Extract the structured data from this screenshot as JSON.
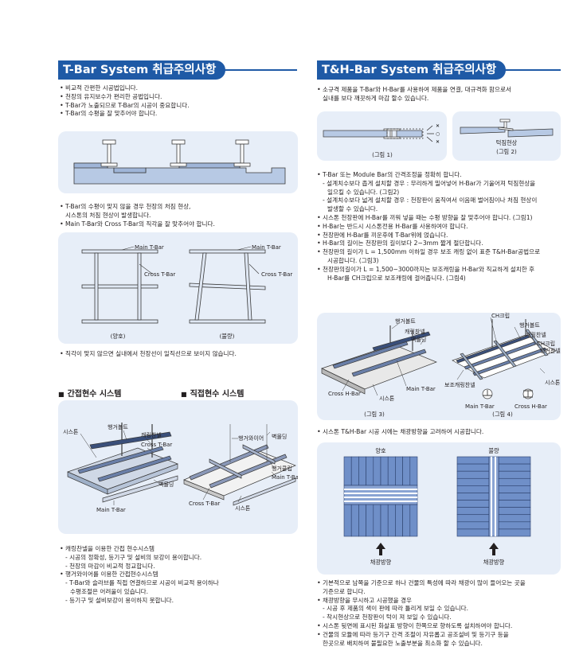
{
  "left": {
    "title": "T-Bar System 취급주의사항",
    "bullets1": [
      "비교적 간편한 시공법입니다.",
      "천장의 유지보수가 편리한 공법입니다.",
      "T-Bar가 노출되므로 T-Bar의 시공이 중요합니다.",
      "T-Bar의 수평을 잘 맞추어야 합니다."
    ],
    "bullets2": [
      "T-Bar의 수평이 맞지 않을 경우 천장의 처짐 현상,",
      "시스톤의 처짐 현상이 발생합니다.",
      "Main T-Bar와 Cross T-Bar의 직각을 잘 맞추어야 합니다."
    ],
    "grid_labels": {
      "main": "Main T-Bar",
      "cross": "Cross T-Bar"
    },
    "grid_captions": [
      "(양호)",
      "(불량)"
    ],
    "bullet3": "직각이 맞지 않으면 실내에서 천장선이 일직선으로 보이지 않습니다.",
    "sub_indirect": "간접현수 시스템",
    "sub_direct": "직접현수 시스템",
    "indirect_labels": {
      "systone": "시스톤",
      "hanger_bolt": "행거볼트",
      "carrying": "캐링찬넬",
      "cross": "Cross T-Bar",
      "wall": "벽몰딩",
      "main": "Main T-Bar"
    },
    "direct_labels": {
      "hanger_wire": "행거와이어",
      "wall": "벽몰딩",
      "hanger_clip": "행거클립",
      "main": "Main T-Bar",
      "cross": "Cross T-Bar",
      "systone": "시스톤"
    },
    "bullets4": [
      {
        "t": "bl",
        "text": "캐링찬넬을 이용한 간접 현수시스템"
      },
      {
        "t": "dash",
        "text": "- 시공의 정확성, 등기구 및 설비의 보강이 용이합니다."
      },
      {
        "t": "dash",
        "text": "- 천장의 마감이 비교적 정교합니다."
      },
      {
        "t": "bl",
        "text": "행거와이어를 이용한 간접현수시스템"
      },
      {
        "t": "dash",
        "text": "- T-Bar와 슬라브를 직접 연결하므로 시공이 비교적 용이하나"
      },
      {
        "t": "cont",
        "text": "수평조절은 어려울이 있습니다."
      },
      {
        "t": "dash",
        "text": "- 등기구 및 설비보강이 용이하지 못합니다."
      }
    ]
  },
  "right": {
    "title": "T&H-Bar System 취급주의사항",
    "intro": [
      {
        "t": "bl",
        "text": "소규격 제품을 T-Bar와 H-Bar를 사용하여 제품을 연결, 대규격화 함으로서"
      },
      {
        "t": "cont0",
        "text": "실내를 보다 깨끗하게 마감 할수 있습니다."
      }
    ],
    "fig12": {
      "cap1": "(그림 1)",
      "defect": "턱짐현상",
      "cap2": "(그림 2)"
    },
    "bullets": [
      {
        "t": "bl",
        "text": "T-Bar 또는 Module Bar의 간격조정을 정확히 합니다."
      },
      {
        "t": "dash",
        "text": "- 설계치수보다 좁게 설치할 경우 : 무리하게 밀어넣어 H-Bar가 기울어져 턱짐현상을"
      },
      {
        "t": "cont",
        "text": "일으킬 수 있습니다. (그림2)"
      },
      {
        "t": "dash",
        "text": "- 설계치수보다 넓게 설치할 경우 : 천장판이 움직여서 이음매 벌어짐이나 처짐 현상이"
      },
      {
        "t": "cont",
        "text": "발생할 수 있습니다."
      },
      {
        "t": "bl",
        "text": "시스톤 천장판에 H-Bar를 끼워 넣을 때는 수평 방향을 잘 맞추어야 합니다. (그림1)"
      },
      {
        "t": "bl",
        "text": "H-Bar는 반드시 시스톤전용 H-Bar를 사용하여야 합니다."
      },
      {
        "t": "bl",
        "text": "천장판에 H-Bar를 끼운후에 T-Bar위에 얹습니다."
      },
      {
        "t": "bl",
        "text": "H-Bar의 길이는 천장판의 길이보다 2~3mm 짧게 절단합니다."
      },
      {
        "t": "bl",
        "text": "천장판의 길이가 L = 1,500mm 이하일 경우 보조 캐링 없이 표준 T&H-Bar공법으로"
      },
      {
        "t": "cont",
        "text": "시공합니다. (그림3)"
      },
      {
        "t": "bl",
        "text": "천장판의길이가 L = 1,500~3000까지는 보조캐링을 H-Bar와 직교하게 설치한 후"
      },
      {
        "t": "cont",
        "text": "H-Bar를 CH크립으로 보조캐링에 걸어줍니다. (그림4)"
      }
    ],
    "fig3": {
      "hanger_bolt": "행거볼트",
      "carrying": "캐링찬넬",
      "wall": "벽몰딩",
      "cross_h": "Cross H-Bar",
      "main_t": "Main T-Bar",
      "systone": "시스톤",
      "cap": "(그림 3)"
    },
    "fig4": {
      "ch_clip": "CH크립",
      "hanger_bolt": "행거볼트",
      "carrying": "캐링찬넬",
      "ch_clip2": "CH크립",
      "hanger_chan": "행거찬넬",
      "aux": "보조캐링찬넬",
      "systone": "시스톤",
      "main_t": "Main T-Bar",
      "cross_h": "Cross H-Bar",
      "cap": "(그림 4)"
    },
    "bullet_dir": "시스톤 T&H-Bar 시공 시에는 채광방향을 고려하여 시공합니다.",
    "dir_fig": {
      "good": "양호",
      "bad": "불량",
      "arrow1": "채광방향",
      "arrow2": "채광방향"
    },
    "bullets_end": [
      {
        "t": "bl",
        "text": "기본적으로 남쪽을 기준으로 하나 건물의 특성에 따라 채광이 많이 들어오는 곳을"
      },
      {
        "t": "cont0",
        "text": "기준으로 합니다."
      },
      {
        "t": "bl",
        "text": "채광방향을 무시하고 시공했을 경우"
      },
      {
        "t": "dash",
        "text": "- 시공 후 제품의 색이 판에 따라 틀리게 보일 수 있습니다."
      },
      {
        "t": "dash",
        "text": "- 착시현상으로 천장판이 턱이 져 보일 수 있습니다."
      },
      {
        "t": "bl",
        "text": "시스톤 뒷면에 표시된 화살표 방향이 한쪽으로 향하도록 설치하여야 합니다."
      },
      {
        "t": "bl",
        "text": "건물의 모듈에 따라 등기구 간격 조절이 자유롭고 공조설비 및 등기구 등을"
      },
      {
        "t": "cont0",
        "text": "한곳으로 배치하여 불필요한 노출부분을 최소화 할 수 있습니다."
      }
    ]
  }
}
